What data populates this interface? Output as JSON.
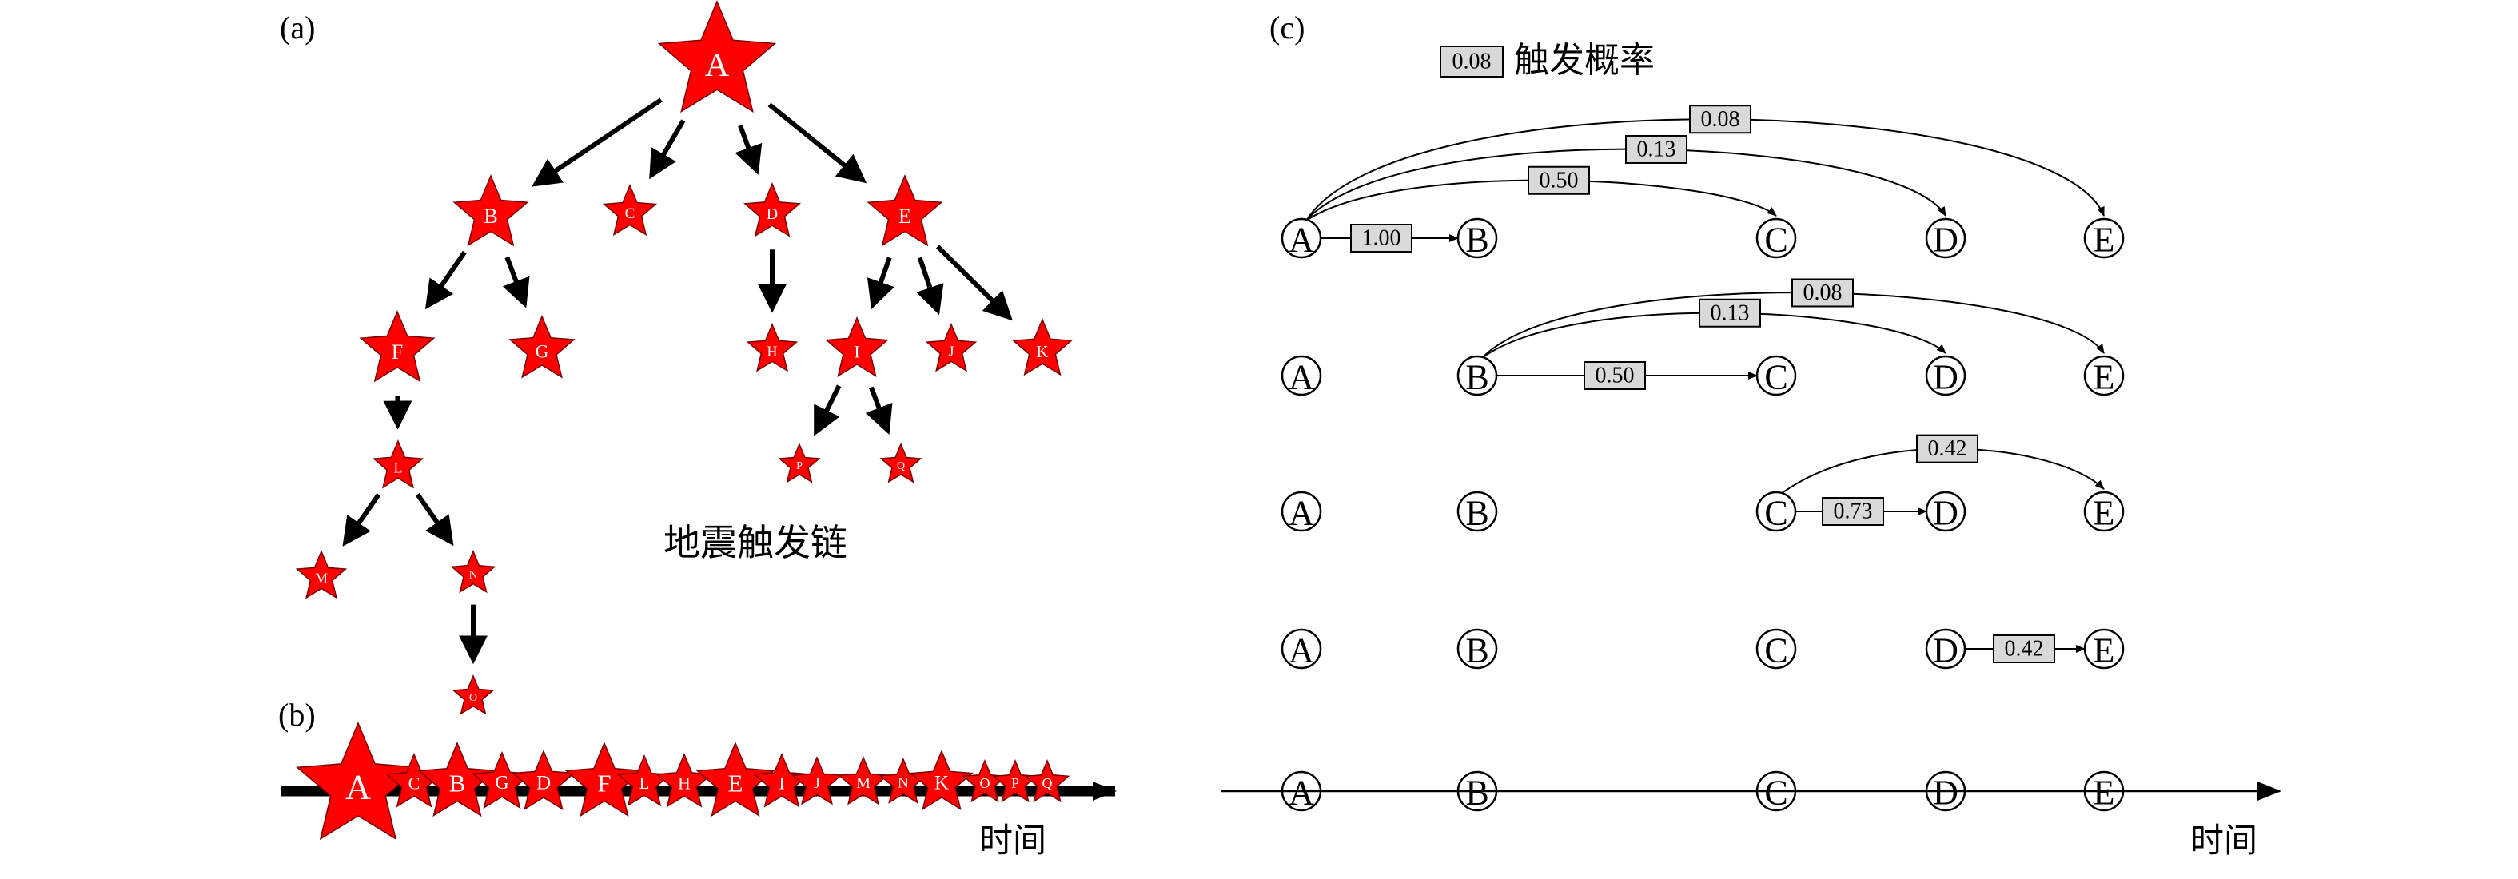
{
  "panels": {
    "a": "(a)",
    "b": "(b)",
    "c": "(c)"
  },
  "tree": {
    "caption": "地震触发链",
    "nodes": [
      "A",
      "B",
      "C",
      "D",
      "E",
      "F",
      "G",
      "H",
      "I",
      "J",
      "K",
      "L",
      "M",
      "N",
      "O",
      "P",
      "Q"
    ]
  },
  "timeline_b": {
    "axis_label": "时间",
    "sequence": [
      "A",
      "C",
      "B",
      "G",
      "D",
      "F",
      "L",
      "H",
      "E",
      "I",
      "J",
      "M",
      "N",
      "K",
      "O",
      "P",
      "Q"
    ]
  },
  "panel_c": {
    "legend_value": "0.08",
    "legend_text": "触发概率",
    "axis_label": "时间",
    "nodes": [
      "A",
      "B",
      "C",
      "D",
      "E"
    ],
    "rows": [
      {
        "source": "A",
        "edges": [
          {
            "to": "B",
            "p": "1.00"
          },
          {
            "to": "C",
            "p": "0.50"
          },
          {
            "to": "D",
            "p": "0.13"
          },
          {
            "to": "E",
            "p": "0.08"
          }
        ]
      },
      {
        "source": "B",
        "edges": [
          {
            "to": "C",
            "p": "0.50"
          },
          {
            "to": "D",
            "p": "0.13"
          },
          {
            "to": "E",
            "p": "0.08"
          }
        ]
      },
      {
        "source": "C",
        "edges": [
          {
            "to": "D",
            "p": "0.73"
          },
          {
            "to": "E",
            "p": "0.42"
          }
        ]
      },
      {
        "source": "D",
        "edges": [
          {
            "to": "E",
            "p": "0.42"
          }
        ]
      },
      {
        "source": null,
        "edges": []
      }
    ]
  }
}
